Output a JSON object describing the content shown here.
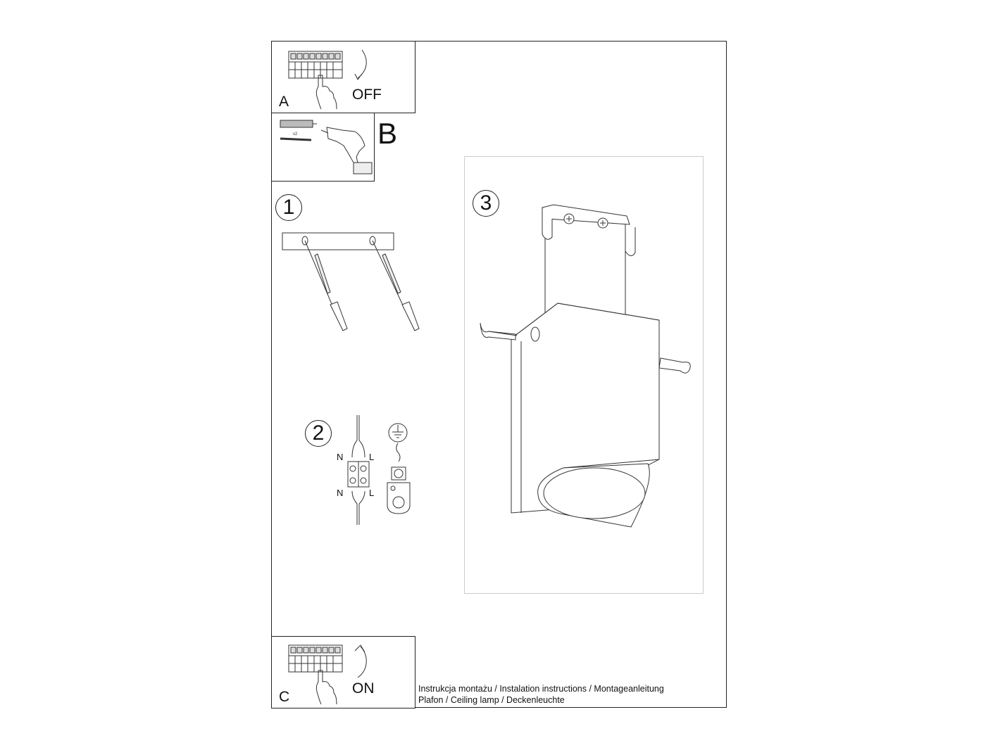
{
  "step_a": {
    "letter": "A",
    "switch_label": "OFF"
  },
  "step_b": {
    "letter": "B",
    "qty_label": "x2"
  },
  "step_1": {
    "number": "1"
  },
  "step_2": {
    "number": "2",
    "neutral_top": "N",
    "live_top": "L",
    "neutral_bottom": "N",
    "live_bottom": "L"
  },
  "step_3": {
    "number": "3"
  },
  "step_c": {
    "letter": "C",
    "switch_label": "ON"
  },
  "footer": {
    "line1": "Instrukcja montażu / Instalation instructions / Montageanleitung",
    "line2": "Plafon / Ceiling lamp / Deckenleuchte"
  }
}
